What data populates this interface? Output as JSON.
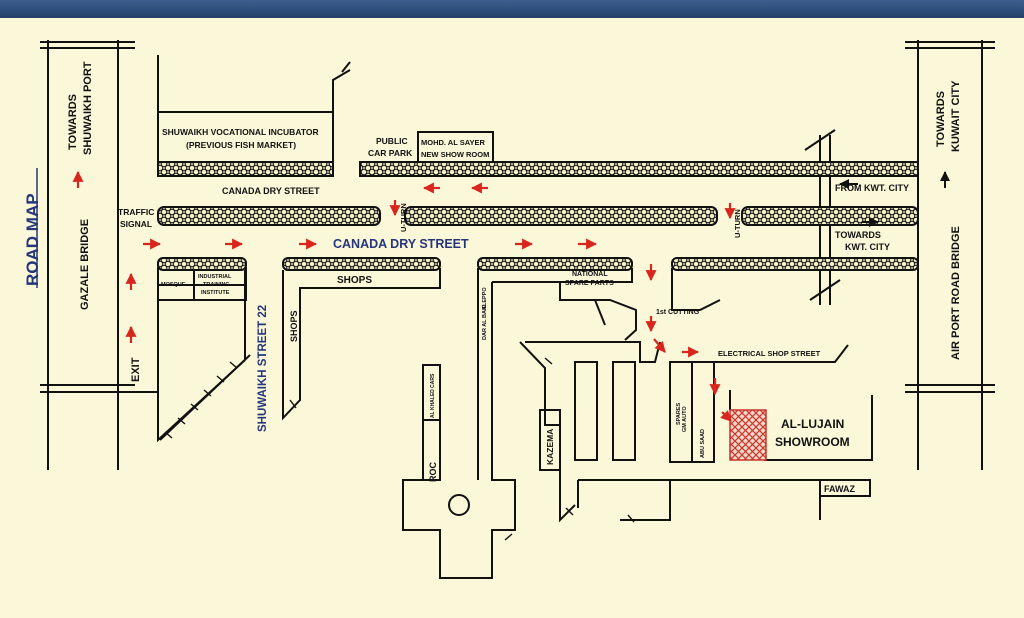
{
  "title": "ROAD MAP",
  "colors": {
    "background": "#fbf8d9",
    "road_line": "#111111",
    "arrow": "#d8261c",
    "label_blue": "#26367a",
    "header_bar": "#2f4d7a",
    "showroom_hatch": "#c8352e"
  },
  "labels": {
    "towards_shuwaikh": "TOWARDS",
    "shuwaikh_port": "SHUWAIKH PORT",
    "gazale_bridge": "GAZALE BRIDGE",
    "exit": "EXIT",
    "towards_kuwait": "TOWARDS",
    "kuwait_city": "KUWAIT CITY",
    "airport_bridge": "AIR PORT ROAD BRIDGE",
    "incubator_1": "SHUWAIKH VOCATIONAL INCUBATOR",
    "incubator_2": "(PREVIOUS FISH MARKET)",
    "public_1": "PUBLIC",
    "public_2": "CAR PARK",
    "sayer_1": "MOHD. AL SAYER",
    "sayer_2": "NEW SHOW ROOM",
    "canada_small": "CANADA DRY STREET",
    "canada_big": "CANADA DRY STREET",
    "traffic_1": "TRAFFIC",
    "traffic_2": "SIGNAL",
    "uturn_1": "U-TURN",
    "uturn_2": "U-TURN",
    "from_kwt": "FROM KWT. CITY",
    "towards_kwt_1": "TOWARDS",
    "towards_kwt_2": "KWT. CITY",
    "mosque": "MOSQUE",
    "industrial_1": "INDUSTRIAL",
    "industrial_2": "TRAINING",
    "industrial_3": "INSTITUTE",
    "shuwaikh_22": "SHUWAIKH STREET 22",
    "shops_h": "SHOPS",
    "shops_v": "SHOPS",
    "national_1": "NATIONAL",
    "national_2": "SPARE PARTS",
    "first_cutting": "1st CUTTING",
    "dar_al_baid": "DAR AL BAID",
    "aleppo": "ALEPPO",
    "al_khaled": "AL KHALED CARS",
    "roc": "ROC",
    "electrical": "ELECTRICAL SHOP STREET",
    "kazema": "KAZEMA",
    "spares": "SPARES",
    "gm_auto": "GM AUTO",
    "abu_saad": "ABU SAAD",
    "lujain_1": "AL-LUJAIN",
    "lujain_2": "SHOWROOM",
    "fawaz": "FAWAZ"
  }
}
